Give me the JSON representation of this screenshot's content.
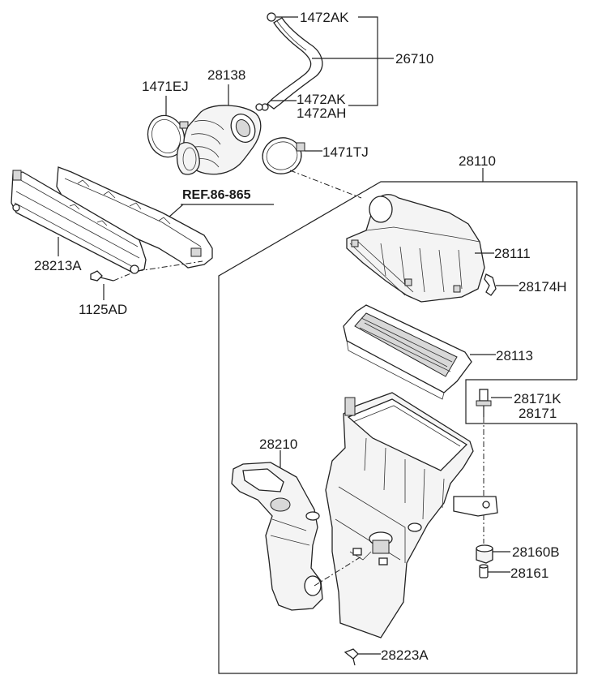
{
  "labels": {
    "p1472AK_top": "1472AK",
    "p26710": "26710",
    "p1472AK_mid": "1472AK",
    "p1472AH": "1472AH",
    "p1471EJ": "1471EJ",
    "p28138": "28138",
    "p1471TJ": "1471TJ",
    "p28110": "28110",
    "ref": "REF.86-865",
    "p28213A": "28213A",
    "p1125AD": "1125AD",
    "p28111": "28111",
    "p28174H": "28174H",
    "p28113": "28113",
    "p28171K": "28171K",
    "p28171": "28171",
    "p28210": "28210",
    "p28160B": "28160B",
    "p28161": "28161",
    "p28223A": "28223A"
  }
}
